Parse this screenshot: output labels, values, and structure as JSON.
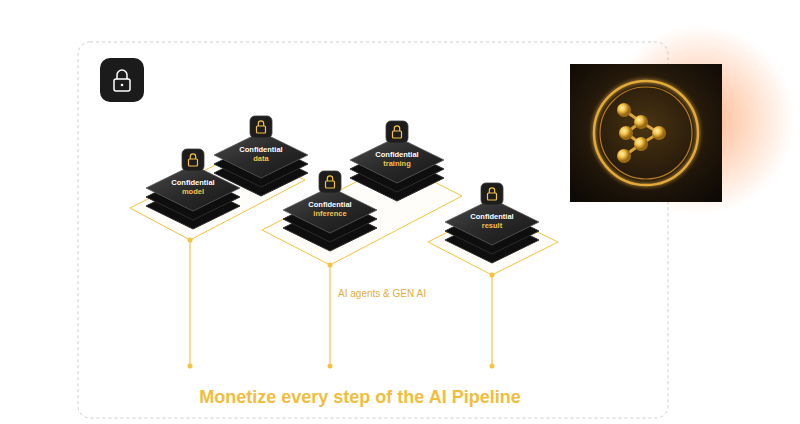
{
  "diagram": {
    "title": "Monetize every step of the AI Pipeline",
    "nodes": [
      {
        "text": [
          "Confidential",
          "model"
        ]
      },
      {
        "text": [
          "Confidential",
          "data"
        ]
      },
      {
        "text": [
          "Confidential",
          "inference"
        ]
      },
      {
        "text": [
          "Confidential",
          "training"
        ]
      },
      {
        "text": [
          "Confidential",
          "result"
        ]
      }
    ],
    "labels": [
      "AI agents & GEN AI"
    ]
  }
}
